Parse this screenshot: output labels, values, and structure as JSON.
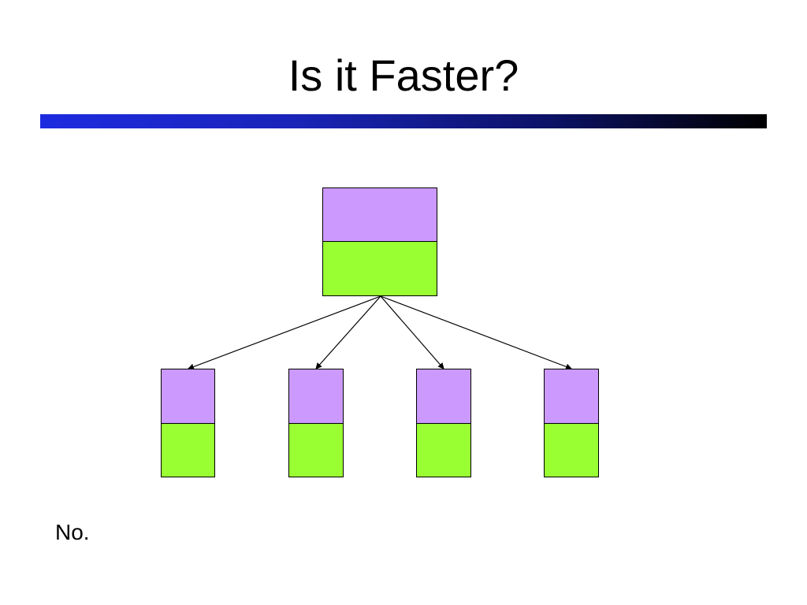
{
  "slide": {
    "title": "Is it Faster?",
    "body_text": "No."
  },
  "diagram": {
    "root": {
      "segments": [
        "upper",
        "lower"
      ]
    },
    "children_count": 4,
    "colors": {
      "upper_segment": "#cc99ff",
      "lower_segment": "#99ff33",
      "outline": "#000000",
      "arrow": "#000000",
      "title_bar_start": "#1d2be0",
      "title_bar_end": "#000000"
    }
  }
}
